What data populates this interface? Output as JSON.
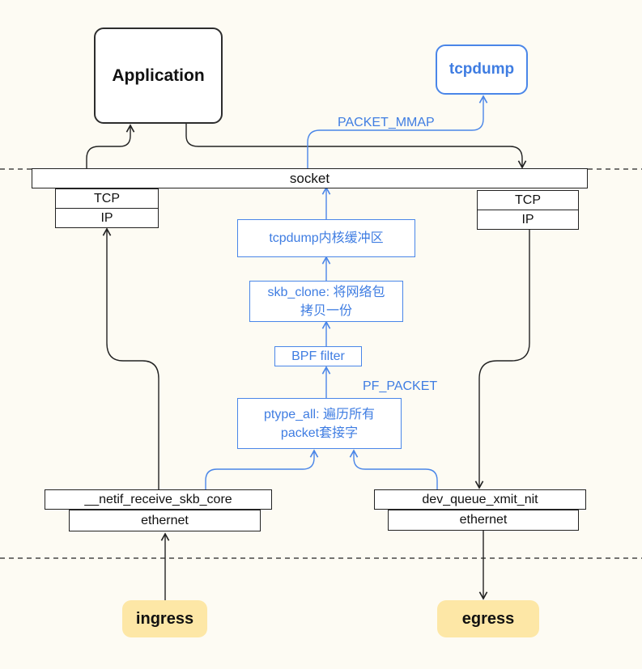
{
  "nodes": {
    "application": "Application",
    "tcpdump": "tcpdump",
    "socket": "socket",
    "tcp_left": "TCP",
    "ip_left": "IP",
    "tcp_right": "TCP",
    "ip_right": "IP",
    "kernel_buffer": "tcpdump内核缓冲区",
    "skb_clone_line1": "skb_clone: 将网络包",
    "skb_clone_line2": "拷贝一份",
    "bpf_filter": "BPF filter",
    "ptype_all_line1": "ptype_all: 遍历所有",
    "ptype_all_line2": "packet套接字",
    "netif_receive": "__netif_receive_skb_core",
    "ethernet_left": "ethernet",
    "dev_queue": "dev_queue_xmit_nit",
    "ethernet_right": "ethernet",
    "ingress": "ingress",
    "egress": "egress"
  },
  "labels": {
    "packet_mmap": "PACKET_MMAP",
    "pf_packet": "PF_PACKET"
  },
  "colors": {
    "background": "#fdfbf3",
    "black_line": "#222222",
    "blue_accent": "#4a86e8",
    "pill_fill": "#fde7a6"
  }
}
